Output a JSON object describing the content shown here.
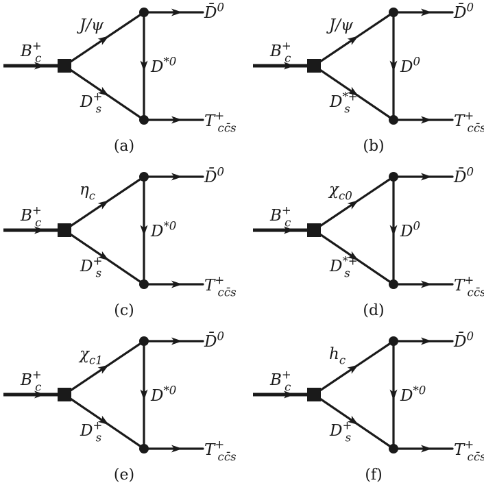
{
  "panels": [
    {
      "caption": "(a)",
      "incoming": {
        "base": "B",
        "sup": "+",
        "sub": "c"
      },
      "upper": {
        "text": "J/ψ",
        "sup": "",
        "sub": ""
      },
      "lower": {
        "base": "D",
        "sup": "+",
        "sub": "s"
      },
      "exchange": {
        "base": "D",
        "sup": "*0",
        "sub": ""
      },
      "out_top": {
        "base": "D̄",
        "sup": "0",
        "sub": ""
      },
      "out_bottom": {
        "base": "T",
        "sup": "+",
        "sub": "cc̄s"
      }
    },
    {
      "caption": "(b)",
      "incoming": {
        "base": "B",
        "sup": "+",
        "sub": "c"
      },
      "upper": {
        "text": "J/ψ",
        "sup": "",
        "sub": ""
      },
      "lower": {
        "base": "D",
        "sup": "*+",
        "sub": "s"
      },
      "exchange": {
        "base": "D",
        "sup": "0",
        "sub": ""
      },
      "out_top": {
        "base": "D̄",
        "sup": "0",
        "sub": ""
      },
      "out_bottom": {
        "base": "T",
        "sup": "+",
        "sub": "cc̄s"
      }
    },
    {
      "caption": "(c)",
      "incoming": {
        "base": "B",
        "sup": "+",
        "sub": "c"
      },
      "upper": {
        "text": "η",
        "sup": "",
        "sub": "c"
      },
      "lower": {
        "base": "D",
        "sup": "+",
        "sub": "s"
      },
      "exchange": {
        "base": "D",
        "sup": "*0",
        "sub": ""
      },
      "out_top": {
        "base": "D̄",
        "sup": "0",
        "sub": ""
      },
      "out_bottom": {
        "base": "T",
        "sup": "+",
        "sub": "cc̄s"
      }
    },
    {
      "caption": "(d)",
      "incoming": {
        "base": "B",
        "sup": "+",
        "sub": "c"
      },
      "upper": {
        "text": "χ",
        "sup": "",
        "sub": "c0"
      },
      "lower": {
        "base": "D",
        "sup": "*+",
        "sub": "s"
      },
      "exchange": {
        "base": "D",
        "sup": "0",
        "sub": ""
      },
      "out_top": {
        "base": "D̄",
        "sup": "0",
        "sub": ""
      },
      "out_bottom": {
        "base": "T",
        "sup": "+",
        "sub": "cc̄s"
      }
    },
    {
      "caption": "(e)",
      "incoming": {
        "base": "B",
        "sup": "+",
        "sub": "c"
      },
      "upper": {
        "text": "χ",
        "sup": "",
        "sub": "c1"
      },
      "lower": {
        "base": "D",
        "sup": "+",
        "sub": "s"
      },
      "exchange": {
        "base": "D",
        "sup": "*0",
        "sub": ""
      },
      "out_top": {
        "base": "D̄",
        "sup": "0",
        "sub": ""
      },
      "out_bottom": {
        "base": "T",
        "sup": "+",
        "sub": "cc̄s"
      }
    },
    {
      "caption": "(f)",
      "incoming": {
        "base": "B",
        "sup": "+",
        "sub": "c"
      },
      "upper": {
        "text": "h",
        "sup": "",
        "sub": "c"
      },
      "lower": {
        "base": "D",
        "sup": "+",
        "sub": "s"
      },
      "exchange": {
        "base": "D",
        "sup": "*0",
        "sub": ""
      },
      "out_top": {
        "base": "D̄",
        "sup": "0",
        "sub": ""
      },
      "out_bottom": {
        "base": "T",
        "sup": "+",
        "sub": "cc̄s"
      }
    }
  ]
}
